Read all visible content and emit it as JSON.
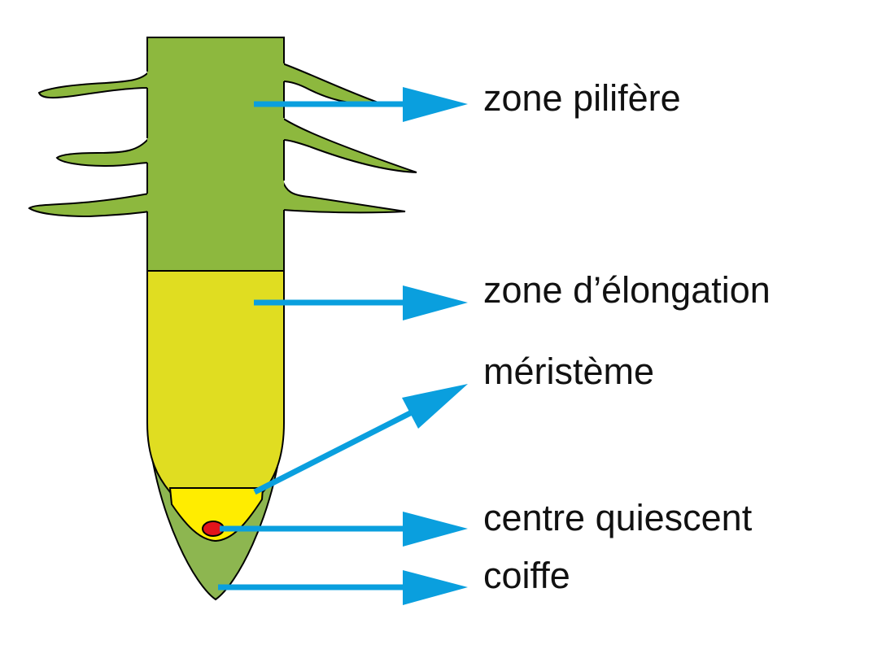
{
  "labels": {
    "zone_pilifere": "zone pilifère",
    "zone_elongation": "zone d’élongation",
    "meristeme": "méristème",
    "centre_quiescent": "centre quiescent",
    "coiffe": "coiffe"
  },
  "colors": {
    "zone_pilifere": "#8db83e",
    "zone_elongation": "#e0dd21",
    "meristeme": "#ffed00",
    "centre_quiescent": "#e3141b",
    "coiffe": "#8db650",
    "arrow": "#0a9fde"
  }
}
